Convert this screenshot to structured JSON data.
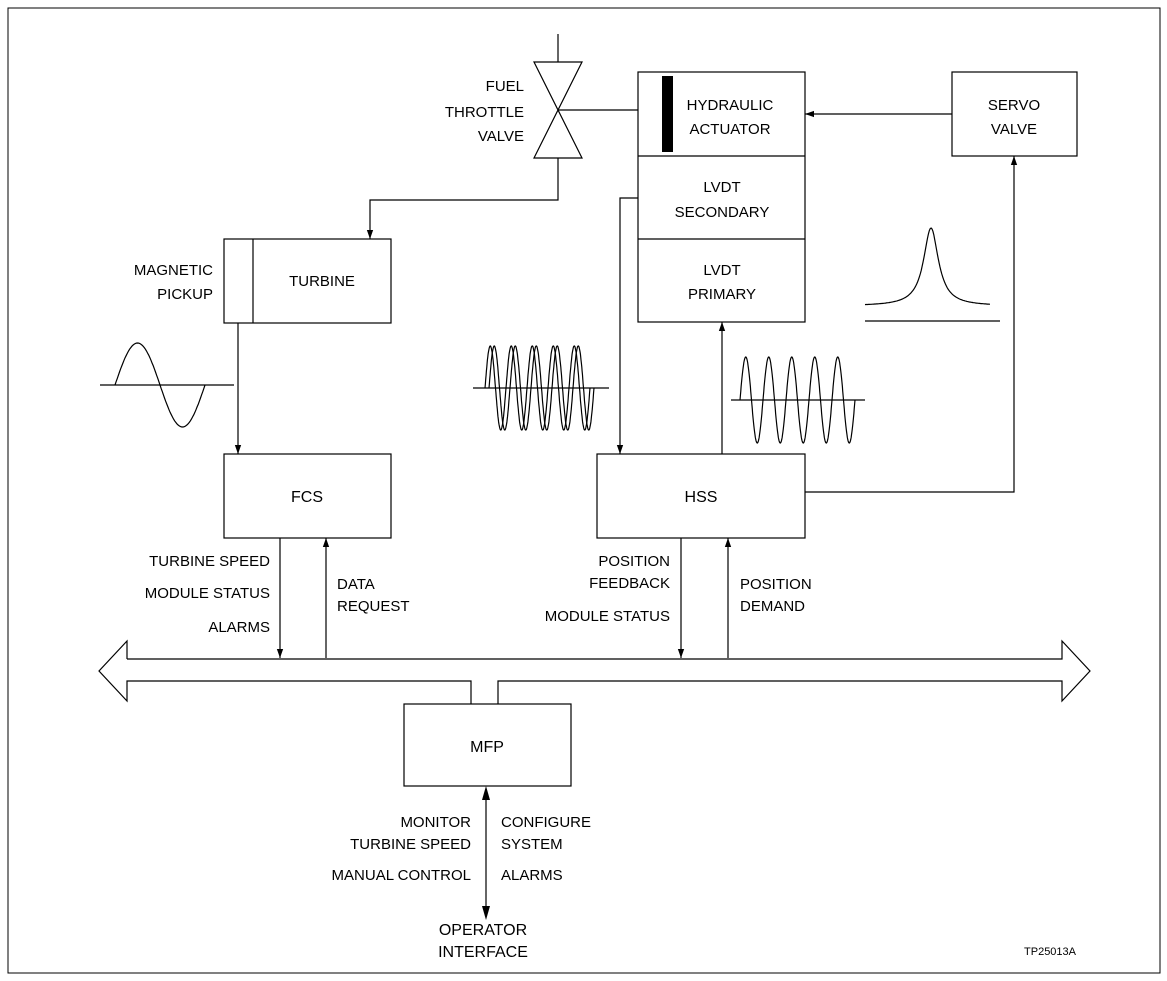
{
  "blocks": {
    "fuel_valve": [
      "FUEL",
      "THROTTLE",
      "VALVE"
    ],
    "hydraulic_actuator": [
      "HYDRAULIC",
      "ACTUATOR"
    ],
    "servo_valve": [
      "SERVO",
      "VALVE"
    ],
    "lvdt_secondary": [
      "LVDT",
      "SECONDARY"
    ],
    "lvdt_primary": [
      "LVDT",
      "PRIMARY"
    ],
    "magnetic_pickup": [
      "MAGNETIC",
      "PICKUP"
    ],
    "turbine": "TURBINE",
    "fcs": "FCS",
    "hss": "HSS",
    "mfp": "MFP",
    "operator_interface": [
      "OPERATOR",
      "INTERFACE"
    ]
  },
  "signals": {
    "fcs_out": [
      "TURBINE SPEED",
      "MODULE STATUS",
      "ALARMS"
    ],
    "fcs_in": [
      "DATA",
      "REQUEST"
    ],
    "hss_out": [
      "POSITION",
      "FEEDBACK",
      "MODULE STATUS"
    ],
    "hss_in": [
      "POSITION",
      "DEMAND"
    ],
    "mfp_left": [
      "MONITOR",
      "TURBINE SPEED",
      "MANUAL CONTROL"
    ],
    "mfp_right": [
      "CONFIGURE",
      "SYSTEM",
      "ALARMS"
    ]
  },
  "figure_id": "TP25013A"
}
